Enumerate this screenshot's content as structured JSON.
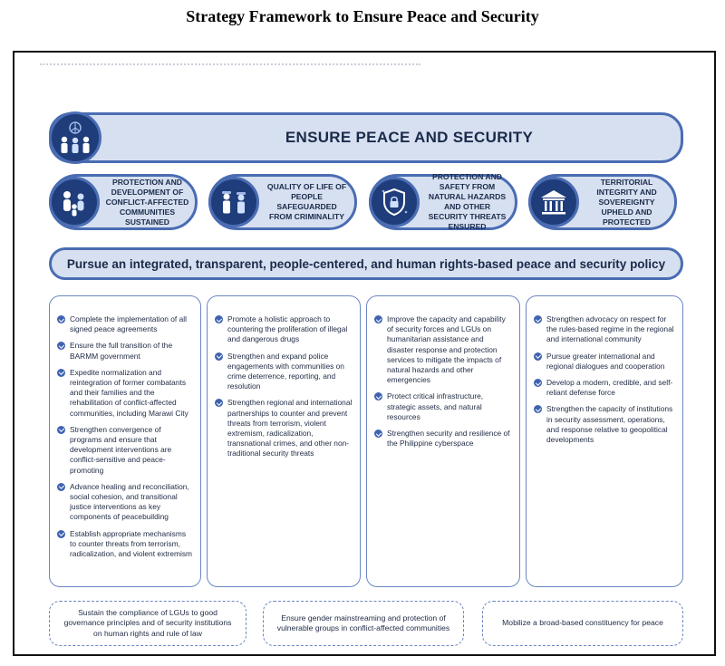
{
  "title": "Strategy Framework to Ensure Peace and Security",
  "goal": {
    "label": "ENSURE PEACE AND SECURITY",
    "icon": "peace-security-people-icon"
  },
  "outcomes": [
    {
      "label": "PROTECTION AND DEVELOPMENT OF CONFLICT-AFFECTED COMMUNITIES SUSTAINED",
      "icon": "community-family-icon"
    },
    {
      "label": "QUALITY OF LIFE OF PEOPLE SAFEGUARDED FROM CRIMINALITY",
      "icon": "police-officers-icon"
    },
    {
      "label": "PROTECTION AND SAFETY FROM NATURAL HAZARDS AND OTHER SECURITY THREATS ENSURED",
      "icon": "cybersecurity-shield-icon"
    },
    {
      "label": "TERRITORIAL INTEGRITY AND SOVEREIGNTY UPHELD AND PROTECTED",
      "icon": "government-building-icon"
    }
  ],
  "strategy": "Pursue an integrated, transparent, people-centered, and human rights-based peace and security policy",
  "actions": [
    [
      "Complete the implementation of all signed peace agreements",
      "Ensure the full transition of the BARMM government",
      "Expedite normalization and reintegration of former combatants and their families and the rehabilitation of conflict-affected communities, including Marawi City",
      "Strengthen convergence of programs and ensure that development interventions are conflict-sensitive and peace-promoting",
      "Advance healing and reconciliation, social cohesion, and transitional justice interventions as key components of peacebuilding",
      "Establish appropriate mechanisms to counter threats from terrorism, radicalization, and violent extremism"
    ],
    [
      "Promote a holistic approach to countering the proliferation of illegal and dangerous drugs",
      "Strengthen and expand police engagements with communities on crime deterrence, reporting, and resolution",
      "Strengthen regional and international partnerships to counter and prevent threats from terrorism, violent extremism, radicalization, transnational crimes, and other non-traditional security threats"
    ],
    [
      "Improve the capacity and capability of security forces and LGUs on humanitarian assistance and disaster response and protection services to mitigate the impacts of natural hazards and other emergencies",
      "Protect critical infrastructure, strategic assets, and natural resources",
      "Strengthen security and resilience of the Philippine cyberspace"
    ],
    [
      "Strengthen advocacy on respect for the rules-based regime in the regional and international community",
      "Pursue greater international and regional dialogues and cooperation",
      "Develop a modern, credible, and self-reliant defense force",
      "Strengthen the capacity of institutions in security assessment, operations, and response relative to geopolitical developments"
    ]
  ],
  "enablers": [
    "Sustain the compliance of LGUs to good governance principles and of security institutions on human rights and rule of law",
    "Ensure gender mainstreaming and protection of vulnerable groups in conflict-affected communities",
    "Mobilize a broad-based constituency for peace"
  ],
  "colors": {
    "navy": "#1f3d7a",
    "accent": "#4a6cb3",
    "pill_fill": "#d6e0f0"
  }
}
